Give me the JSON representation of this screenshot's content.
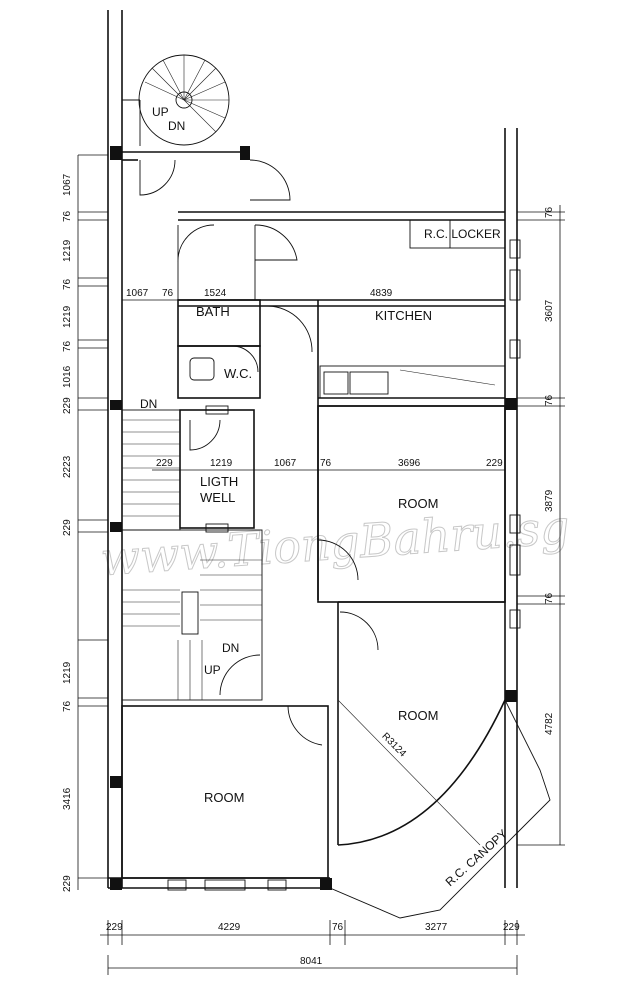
{
  "rooms": {
    "kitchen": "KITCHEN",
    "bath": "BATH",
    "wc": "W.C.",
    "light_well_1": "LIGTH",
    "light_well_2": "WELL",
    "room_upper": "ROOM",
    "room_middle": "ROOM",
    "room_front": "ROOM",
    "rc_locker": "R.C. LOCKER",
    "rc_canopy": "R.C. CANOPY",
    "radius": "R3124"
  },
  "stairs": {
    "spiral_up": "UP",
    "spiral_dn": "DN",
    "main_dn_top": "DN",
    "main_dn_mid": "DN",
    "main_up": "UP"
  },
  "dimensions": {
    "left": [
      "1067",
      "76",
      "1219",
      "76",
      "1219",
      "76",
      "1016",
      "229",
      "2223",
      "229",
      "1219",
      "76",
      "3416",
      "229"
    ],
    "right": [
      "76",
      "3607",
      "76",
      "3879",
      "76",
      "4782"
    ],
    "row_kitchen": [
      "1067",
      "76",
      "1524",
      "4839"
    ],
    "row_room": [
      "229",
      "1219",
      "1067",
      "76",
      "3696",
      "229"
    ],
    "bottom": [
      "229",
      "4229",
      "76",
      "3277",
      "229"
    ],
    "total": "8041"
  },
  "watermark": "www.TiongBahru.sg"
}
